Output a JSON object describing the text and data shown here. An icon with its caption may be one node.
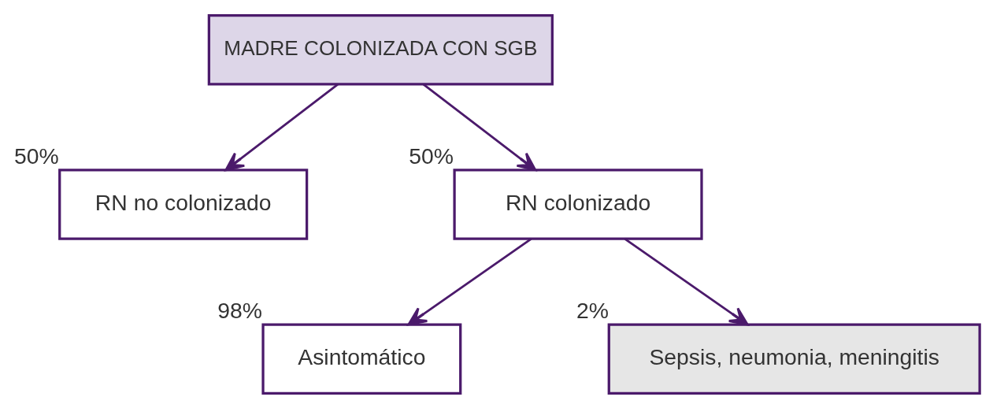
{
  "diagram": {
    "nodes": [
      {
        "text": [
          "MADRE COLONIZADA CON SGB"
        ]
      },
      {
        "text": [
          "RN no colonizado"
        ],
        "beside": [
          "50%"
        ]
      },
      {
        "text": [
          "RN colonizado"
        ],
        "beside": [
          "50%"
        ]
      },
      {
        "text": [
          "Asintomático"
        ],
        "beside": [
          "98%"
        ]
      },
      {
        "text": [
          "Sepsis, neumonia, meningitis"
        ],
        "beside": [
          "2%"
        ]
      }
    ],
    "edges": [
      {
        "from": 0,
        "to": 1,
        "arrow": "to"
      },
      {
        "from": 0,
        "to": 2,
        "arrow": "to"
      },
      {
        "from": 2,
        "to": 3,
        "arrow": "to"
      },
      {
        "from": 2,
        "to": 4,
        "arrow": "to"
      }
    ]
  }
}
